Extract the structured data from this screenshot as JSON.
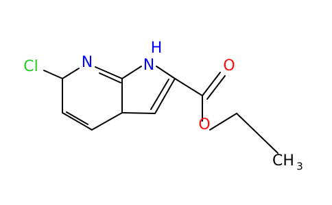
{
  "molecule": {
    "atom_labels": {
      "chlorine": "Cl",
      "pyridine_nitrogen": "N",
      "pyrrole_nitrogen_h": "H",
      "pyrrole_nitrogen_n": "N",
      "carbonyl_oxygen": "O",
      "ester_oxygen": "O",
      "ch3_c": "CH",
      "ch3_sub": "3"
    },
    "colors": {
      "chlorine": "#1fd01f",
      "nitrogen": "#0000ff",
      "oxygen": "#ff0d0d",
      "carbon": "#000000",
      "bond": "#000000"
    }
  }
}
